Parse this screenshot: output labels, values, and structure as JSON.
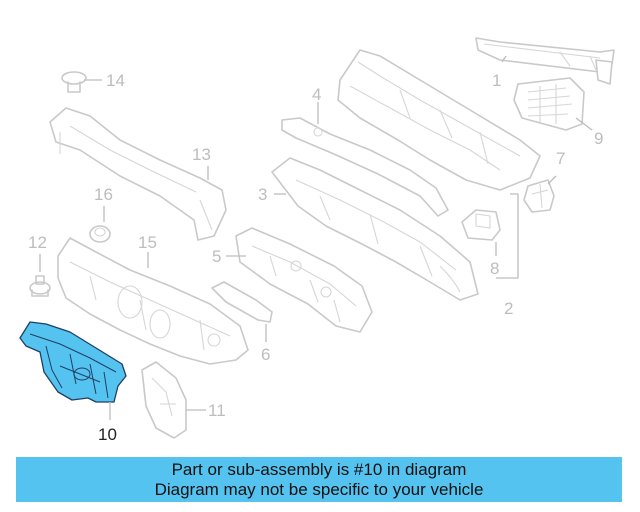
{
  "diagram": {
    "callouts": {
      "c1": "1",
      "c2": "2",
      "c3": "3",
      "c4": "4",
      "c5": "5",
      "c6": "6",
      "c7": "7",
      "c8": "8",
      "c9": "9",
      "c10": "10",
      "c11": "11",
      "c12": "12",
      "c13": "13",
      "c14": "14",
      "c15": "15",
      "c16": "16"
    },
    "highlight_color": "#55c3ef",
    "highlight_outline": "#1f3f66",
    "part_line_color": "#c9c9c9"
  },
  "banner": {
    "line1": "Part or sub-assembly is #10 in diagram",
    "line2": "Diagram may not be specific to your vehicle",
    "background": "#55c3ef"
  }
}
